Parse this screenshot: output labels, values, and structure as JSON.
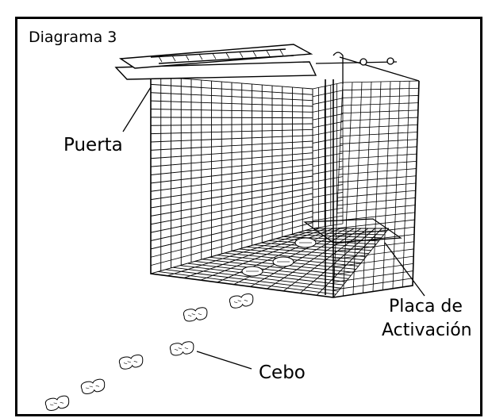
{
  "diagram": {
    "title": "Diagrama 3",
    "labels": {
      "door": "Puerta",
      "trigger_plate_line1": "Placa de",
      "trigger_plate_line2": "Activación",
      "bait": "Cebo"
    }
  }
}
